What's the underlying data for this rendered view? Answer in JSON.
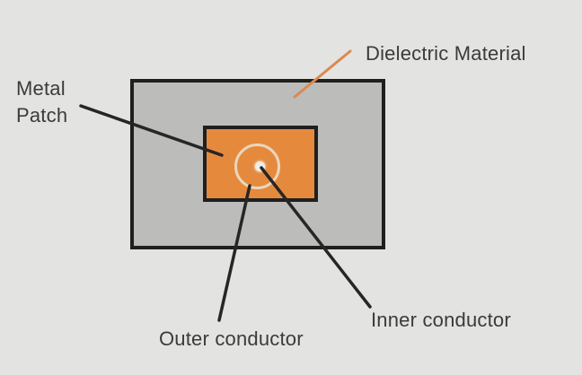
{
  "diagram": {
    "labels": {
      "metal_patch": "Metal\nPatch",
      "dielectric": "Dielectric Material",
      "outer_conductor": "Outer conductor",
      "inner_conductor": "Inner conductor"
    },
    "colors": {
      "background": "#e3e3e1",
      "substrate_fill": "#bcbcba",
      "patch_fill": "#e58a3d",
      "outline": "#1f1f1f",
      "ring": "#e9ddca",
      "probe_dot": "#f0ede7",
      "leader_line": "#262626",
      "dielectric_leader_line": "#d98a52",
      "text": "#3b3b3b"
    }
  }
}
